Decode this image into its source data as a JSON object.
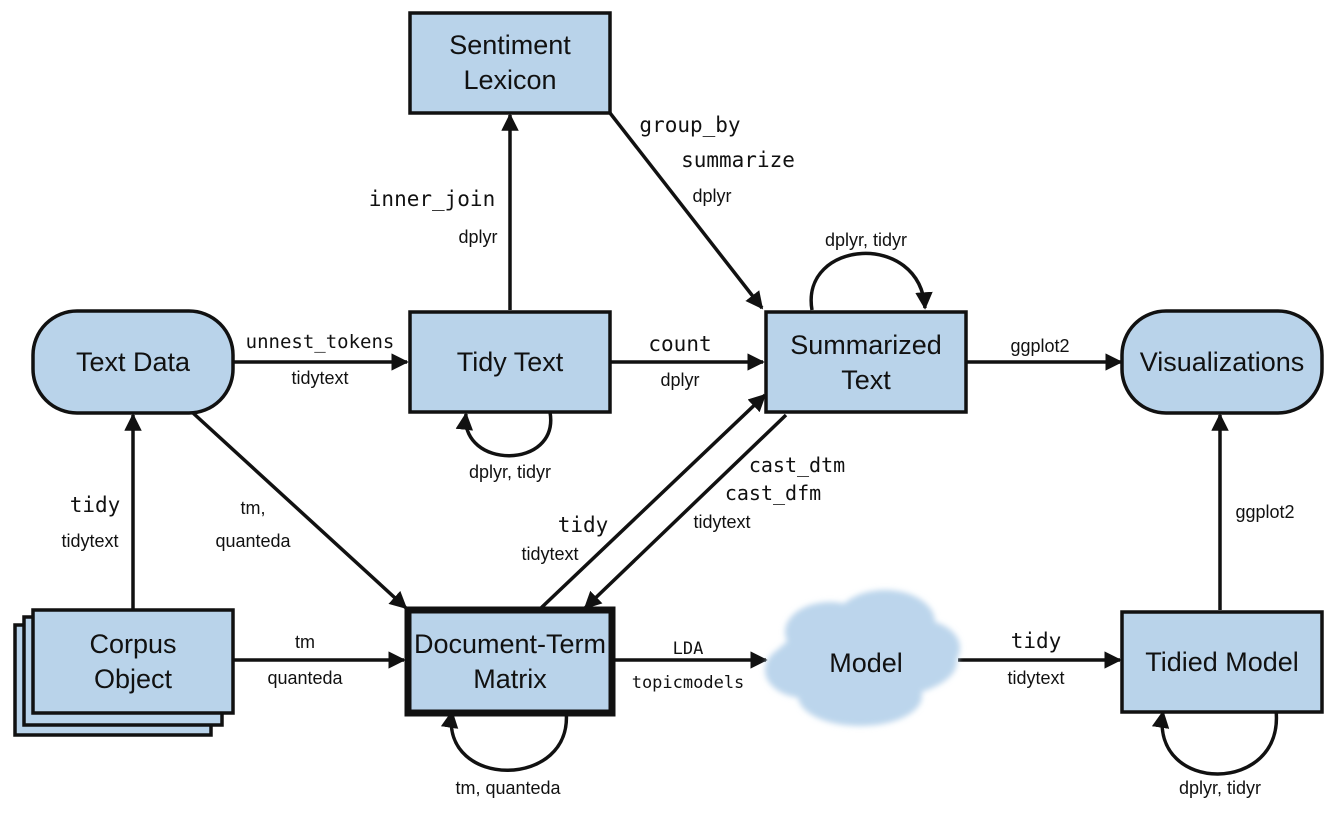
{
  "nodes": {
    "sentiment_lexicon": [
      "Sentiment",
      "Lexicon"
    ],
    "text_data": "Text Data",
    "tidy_text": "Tidy Text",
    "summarized_text": [
      "Summarized",
      "Text"
    ],
    "visualizations": "Visualizations",
    "corpus_object": [
      "Corpus",
      "Object"
    ],
    "document_term_matrix": [
      "Document-Term",
      "Matrix"
    ],
    "model": "Model",
    "tidied_model": "Tidied Model"
  },
  "edges": {
    "text_to_tidy": {
      "fn": "unnest_tokens",
      "pkg": "tidytext"
    },
    "tidy_to_lexicon": {
      "fn": "inner_join",
      "pkg": "dplyr"
    },
    "lexicon_to_summarized": {
      "fn1": "group_by",
      "fn2": "summarize",
      "pkg": "dplyr"
    },
    "tidy_to_summarized": {
      "fn": "count",
      "pkg": "dplyr"
    },
    "summarized_loop": {
      "pkg": "dplyr, tidyr"
    },
    "tidy_loop": {
      "pkg": "dplyr, tidyr"
    },
    "summarized_to_viz": {
      "pkg": "ggplot2"
    },
    "textdata_to_dtm": {
      "pkg1": "tm,",
      "pkg2": "quanteda"
    },
    "corpus_to_textdata": {
      "fn": "tidy",
      "pkg": "tidytext"
    },
    "dtm_to_summarized": {
      "fn": "tidy",
      "pkg": "tidytext"
    },
    "summarized_to_dtm": {
      "fn1": "cast_dtm",
      "fn2": "cast_dfm",
      "pkg": "tidytext"
    },
    "corpus_to_dtm": {
      "pkg1": "tm",
      "pkg2": "quanteda"
    },
    "dtm_to_model": {
      "fn": "LDA",
      "pkg": "topicmodels"
    },
    "dtm_loop": {
      "pkg": "tm, quanteda"
    },
    "model_to_tidied": {
      "fn": "tidy",
      "pkg": "tidytext"
    },
    "tidied_to_viz": {
      "pkg": "ggplot2"
    },
    "tidied_loop": {
      "pkg": "dplyr, tidyr"
    }
  },
  "colors": {
    "node_fill": "#b9d3ea",
    "stroke": "#111111",
    "cloud": "#bcd5ec"
  }
}
